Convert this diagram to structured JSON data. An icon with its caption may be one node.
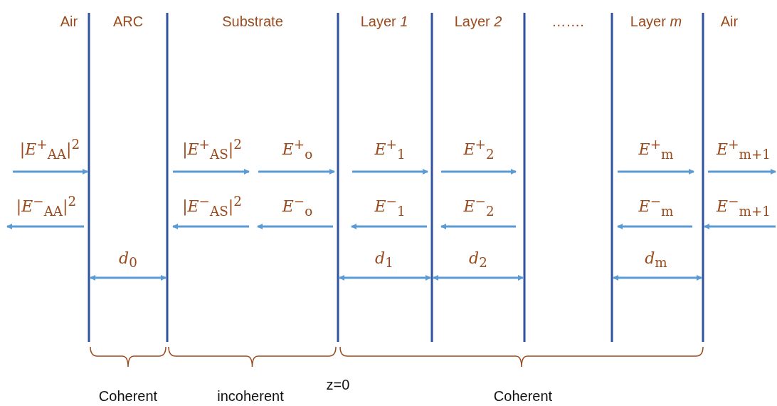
{
  "diagram": {
    "labels": [
      "Air",
      "ARC",
      "Substrate",
      "Layer *1*",
      "Layer *2*",
      "…….",
      "Layer *m*",
      "Air",
      "|*E*$^{+}$$_{AA}$|$^{2}$",
      "|*E*$^{+}$$_{AS}$|$^{2}$",
      "*E*$^{+}$$_{o}$",
      "*E*$^{+}$$_{1}$",
      "*E*$^{+}$$_{2}$",
      "*E*$^{+}$$_{m}$",
      "*E*$^{+}$$_{m+1}$",
      "|*E*$^{−}$$_{AA}$|$^{2}$",
      "|*E*$^{−}$$_{AS}$|$^{2}$",
      "*E*$^{−}$$_{o}$",
      "*E*$^{−}$$_{1}$",
      "*E*$^{−}$$_{2}$",
      "*E*$^{−}$$_{m}$",
      "*E*$^{−}$$_{m+1}$",
      "*d*$_{0}$",
      "*d*$_{1}$",
      "*d*$_{2}$",
      "*d*$_{m}$",
      "Coherent",
      "incoherent",
      "z=0",
      "Coherent"
    ]
  }
}
